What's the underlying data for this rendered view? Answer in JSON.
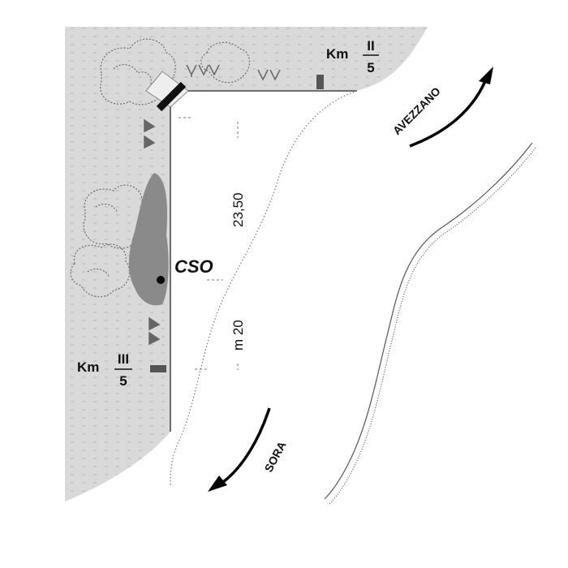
{
  "colors": {
    "background": "#ffffff",
    "verge_fill": "#d9d9d9",
    "verge_dots": "#b8b8b8",
    "scrub_outline": "#6e6e6e",
    "pond_fill": "#8a8a8a",
    "marker_fill": "#555555",
    "ink": "#111111"
  },
  "labels": {
    "km_top_prefix": "Km",
    "km_top_numerator": "II",
    "km_top_denominator": "5",
    "km_bottom_prefix": "Km",
    "km_bottom_numerator": "III",
    "km_bottom_denominator": "5",
    "site_code": "CSO",
    "length_value": "23,50",
    "width_value": "m  20",
    "direction_north": "AVEZZANO",
    "direction_south": "SORA"
  },
  "icons": {
    "direction_arrows": "curved-arrow-icon",
    "vegetation": "scrub-icon",
    "wetland_symbols": "reed-marsh-icon",
    "culvert": "culvert-icon",
    "km_markers": "milestone-icon",
    "site_point": "site-dot-icon"
  }
}
